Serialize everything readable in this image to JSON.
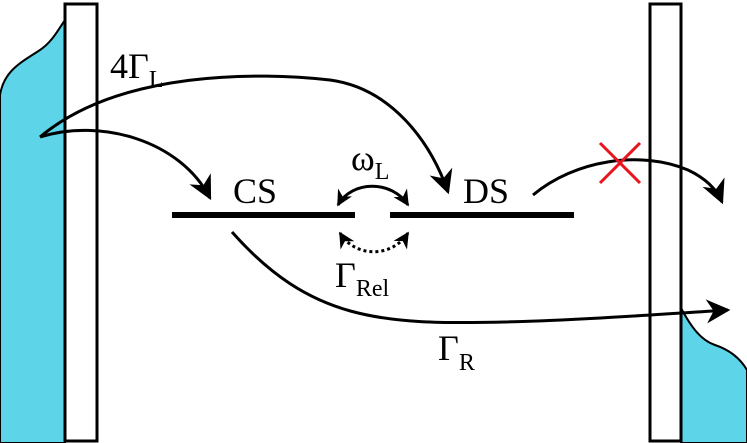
{
  "labels": {
    "rate_left": "4Γ",
    "rate_left_sub": "L",
    "cs": "CS",
    "ds": "DS",
    "omega": "ω",
    "omega_sub": "L",
    "gamma_rel": "Γ",
    "gamma_rel_sub": "Rel",
    "gamma_r": "Γ",
    "gamma_r_sub": "R"
  },
  "colors": {
    "reservoir": "#5dd4e8",
    "lines": "#000000",
    "blocked": "#e8141e",
    "barrier_fill": "#ffffff"
  },
  "icons": {
    "blocked_transition": "cross-icon"
  }
}
